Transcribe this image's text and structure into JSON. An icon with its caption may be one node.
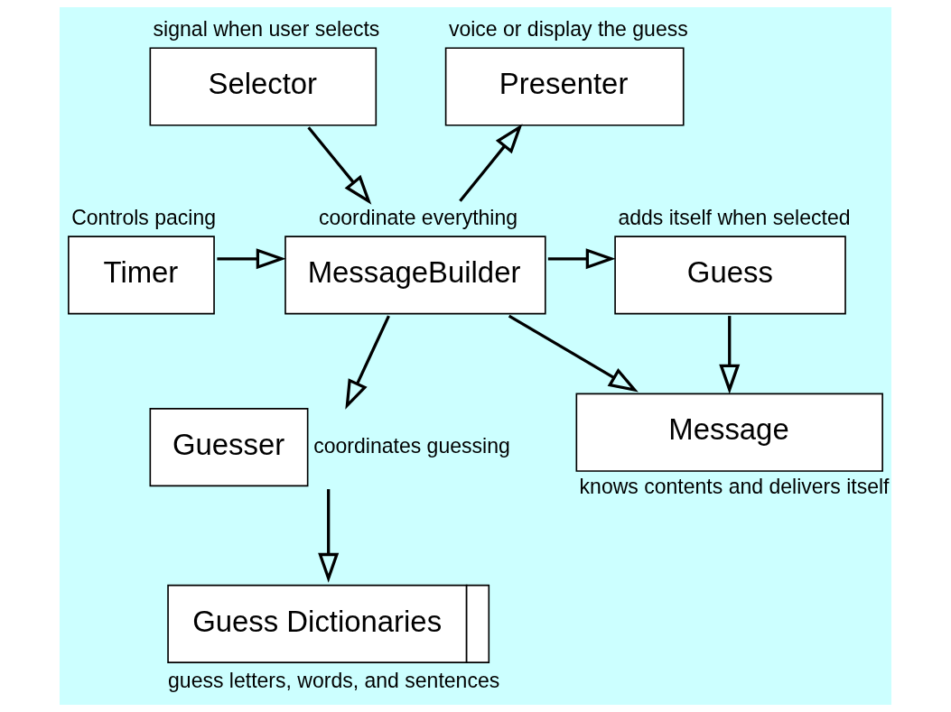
{
  "diagram": {
    "nodes": [
      {
        "text": [
          "Selector"
        ],
        "beside": [
          "signal when user selects"
        ]
      },
      {
        "text": [
          "Presenter"
        ],
        "beside": [
          "voice or display the guess"
        ]
      },
      {
        "text": [
          "Guess"
        ],
        "beside": [
          "adds itself when selected"
        ]
      },
      {
        "text": [
          "MessageBuilder"
        ],
        "beside": [
          "coordinate everything"
        ]
      },
      {
        "text": [
          "Timer"
        ],
        "beside": [
          "Controls pacing"
        ]
      },
      {
        "text": [
          "Message"
        ],
        "beside": [
          "knows contents and delivers itself"
        ]
      },
      {
        "text": [
          "Guesser"
        ],
        "beside": [
          "coordinates guessing"
        ]
      },
      {
        "text": [
          "Guess Dictionaries"
        ],
        "beside": [
          "guess letters, words, and sentences"
        ]
      }
    ],
    "edges": [
      {
        "from": 0,
        "to": 3,
        "arrow": "to"
      },
      {
        "from": 3,
        "to": 1,
        "arrow": "to"
      },
      {
        "from": 3,
        "to": 2,
        "arrow": "to"
      },
      {
        "from": 4,
        "to": 3,
        "arrow": "to"
      },
      {
        "from": 2,
        "to": 5,
        "arrow": "to"
      },
      {
        "from": 3,
        "to": 5,
        "arrow": "to"
      },
      {
        "from": 3,
        "to": 6,
        "arrow": "to"
      },
      {
        "from": 6,
        "to": 7,
        "arrow": "to"
      }
    ]
  }
}
